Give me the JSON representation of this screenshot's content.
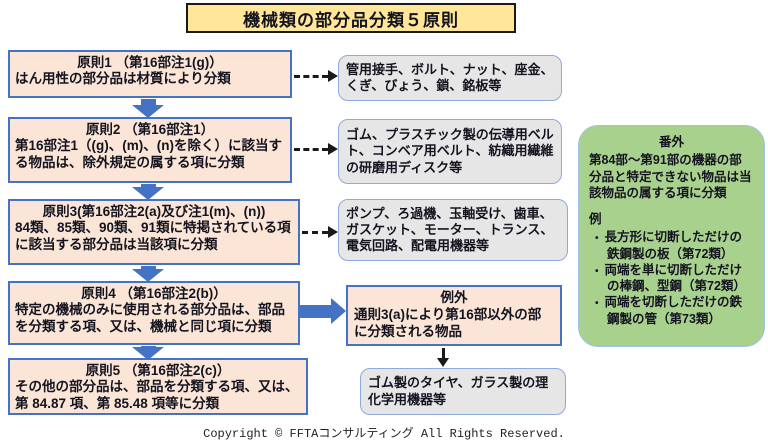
{
  "title": "機械類の部分品分類５原則",
  "principles": [
    {
      "heading": "原則1 （第16部注1(g)）",
      "body": "はん用性の部分品は材質により分類"
    },
    {
      "heading": "原則2 （第16部注1）",
      "body": "第16部注1（(g)、(m)、(n)を除く）に該当する物品は、除外規定の属する項に分類"
    },
    {
      "heading": "原則3(第16部注2(a)及び注1(m)、(n))",
      "body": "84類、85類、90類、91類に特掲されている項に該当する部分品は当該項に分類"
    },
    {
      "heading": "原則4 （第16部注2(b)）",
      "body": "特定の機械のみに使用される部分品は、部品を分類する項、又は、機械と同じ項に分類"
    },
    {
      "heading": "原則5 （第16部注2(c)）",
      "body": "その他の部分品は、部品を分類する項、又は、第 84.87 項、第 85.48 項等に分類"
    }
  ],
  "examples": [
    "管用接手、ボルト、ナット、座金、くぎ、びょう、鎖、銘板等",
    "ゴム、プラスチック製の伝導用ベルト、コンベア用ベルト、紡織用繊維の研磨用ディスク等",
    "ポンプ、ろ過機、玉軸受け、歯車、ガスケット、モーター、トランス、電気回路、配電用機器等"
  ],
  "exception": {
    "heading": "例外",
    "body": "通則3(a)により第16部以外の部に分類される物品",
    "example": "ゴム製のタイヤ、ガラス製の理化学用機器等"
  },
  "extra": {
    "heading": "番外",
    "body": "第84部～第91部の機器の部分品と特定できない物品は当該物品の属する項に分類",
    "example_label": "例",
    "bullets": [
      "長方形に切断しただけの鉄鋼製の板（第72類）",
      "両端を単に切断しただけの棒鋼、型鋼（第72類）",
      "両端を切断しただけの鉄鋼製の管（第73類）"
    ]
  },
  "footer": "Copyright © FFTAコンサルティング All Rights Reserved.",
  "colors": {
    "title_bg": "#FFE699",
    "principle_bg": "#FBE5D6",
    "principle_border": "#4472C4",
    "example_bg": "#E7E6E6",
    "example_border": "#8EA9DB",
    "extra_bg": "#A9D18E",
    "arrow_blue": "#4472C4",
    "arrow_black": "#1A1A1A"
  }
}
